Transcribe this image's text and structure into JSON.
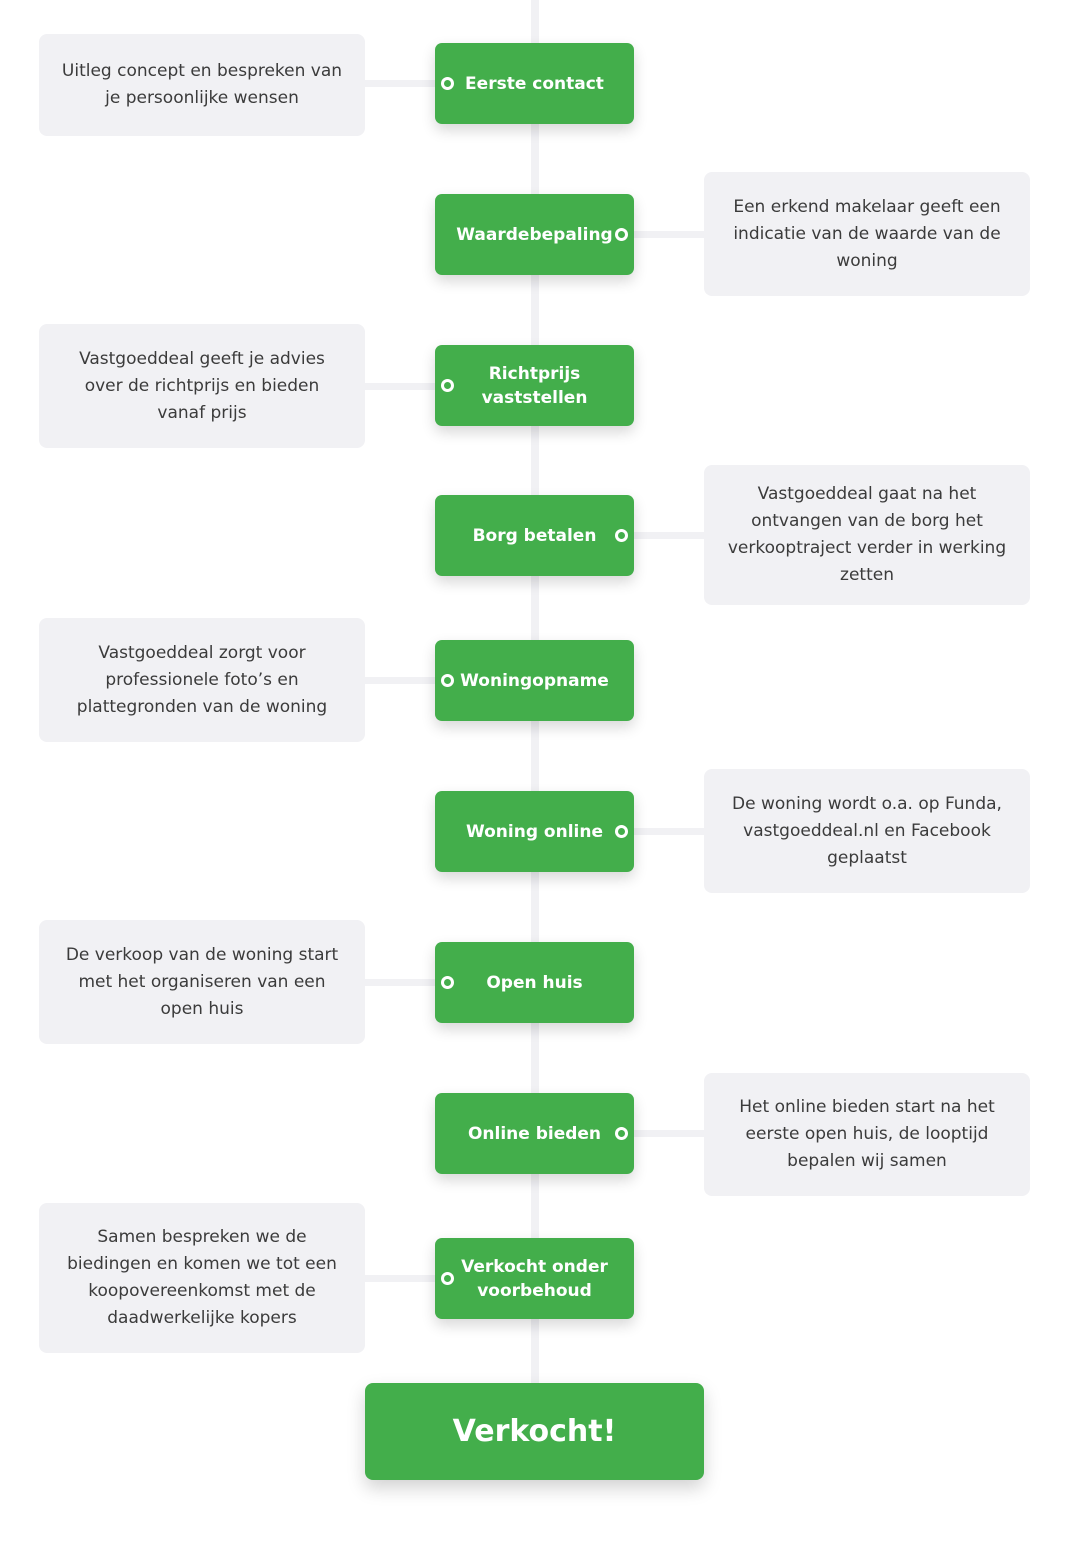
{
  "colors": {
    "accent_green": "#43ae4b",
    "note_background": "#f1f1f4",
    "text_dark": "#3b3b3b"
  },
  "steps": [
    {
      "label": "Eerste contact",
      "description": "Uitleg concept en bespreken van je persoonlijke wensen",
      "side": "left"
    },
    {
      "label": "Waardebepaling",
      "description": "Een erkend makelaar geeft een indicatie van de waarde van de woning",
      "side": "right"
    },
    {
      "label": "Richtprijs vaststellen",
      "description": "Vastgoeddeal geeft je advies over de richtprijs en bieden vanaf prijs",
      "side": "left"
    },
    {
      "label": "Borg betalen",
      "description": "Vastgoeddeal gaat na het ontvangen van de borg het verkooptraject verder in werking zetten",
      "side": "right"
    },
    {
      "label": "Woningopname",
      "description": "Vastgoeddeal zorgt voor professionele foto’s en plattegronden van de woning",
      "side": "left"
    },
    {
      "label": "Woning online",
      "description": "De woning wordt o.a. op Funda, vastgoeddeal.nl en Facebook geplaatst",
      "side": "right"
    },
    {
      "label": "Open huis",
      "description": "De verkoop van de woning start met het organiseren van een open huis",
      "side": "left"
    },
    {
      "label": "Online bieden",
      "description": "Het online bieden start na het eerste open huis, de looptijd bepalen wij samen",
      "side": "right"
    },
    {
      "label": "Verkocht onder voorbehoud",
      "description": "Samen bespreken we de biedingen en komen we tot een koopovereenkomst met de daadwerkelijke kopers",
      "side": "left"
    }
  ],
  "final_step": {
    "label": "Verkocht!"
  }
}
